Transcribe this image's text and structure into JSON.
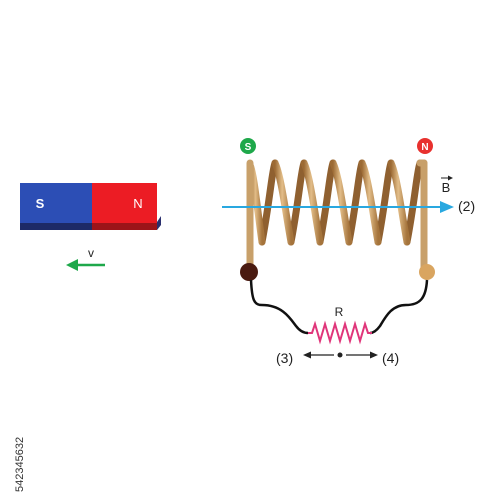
{
  "magnet": {
    "south_label": "S",
    "north_label": "N",
    "south_color": "#2c4eb5",
    "north_color": "#ec1c24"
  },
  "velocity": {
    "label": "v",
    "color": "#1ea84a"
  },
  "coil": {
    "south_marker": "S",
    "north_marker": "N",
    "south_marker_color": "#1ea84a",
    "north_marker_color": "#e8312e",
    "wire_color": "#c8a06a"
  },
  "field": {
    "label": "B",
    "color": "#29a8e0"
  },
  "resistor": {
    "label": "R",
    "color": "#e0357a"
  },
  "labels": {
    "point2": "(2)",
    "point3": "(3)",
    "point4": "(4)"
  },
  "watermark": {
    "id": "542345632"
  }
}
